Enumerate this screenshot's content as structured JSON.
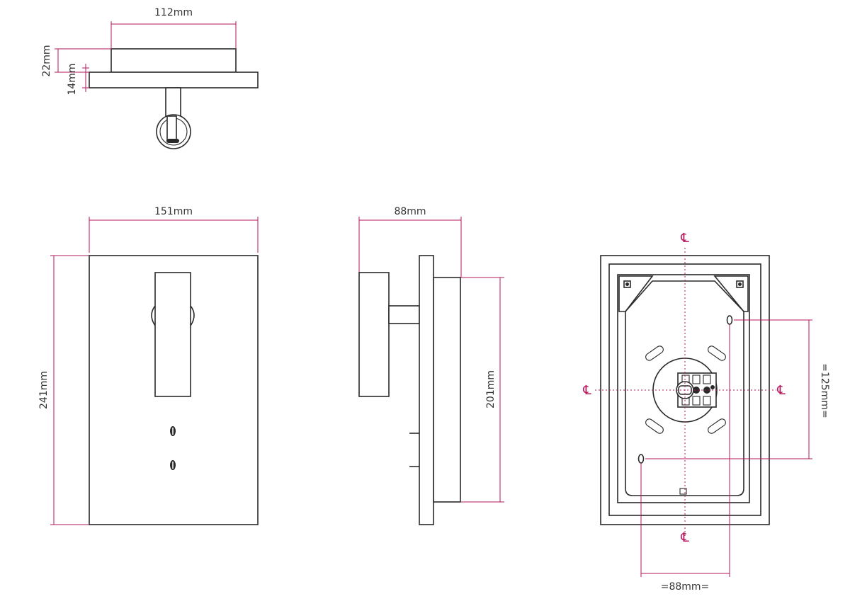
{
  "colors": {
    "line": "#2a2a2a",
    "dimension": "#b3175c",
    "text": "#333333"
  },
  "top_view": {
    "width_label": "112mm",
    "height_label": "22mm",
    "plate_label": "14mm"
  },
  "front_view": {
    "width_label": "151mm",
    "height_label": "241mm"
  },
  "side_view": {
    "depth_label": "88mm",
    "height_label": "201mm"
  },
  "mounting_view": {
    "centerline_symbol": "℄",
    "vertical_spacing_label": "=125mm=",
    "horizontal_spacing_label": "=88mm="
  }
}
